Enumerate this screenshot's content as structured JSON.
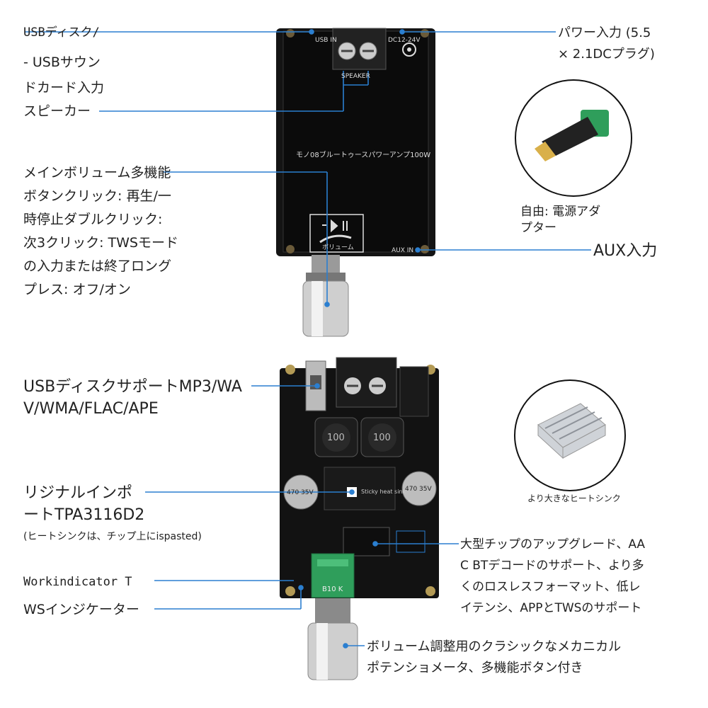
{
  "labels": {
    "usb_disk_input": [
      "USBディスク/",
      "- USBサウン",
      "ドカード入力"
    ],
    "speaker": "スピーカー",
    "main_volume": [
      "メインボリューム多機能",
      "ボタンクリック: 再生/一",
      "時停止ダブルクリック:",
      "次3クリック: TWSモード",
      "の入力または終了ロング",
      "プレス: オフ/オン"
    ],
    "power_input": [
      "パワー入力 (5.5",
      "× 2.1DCプラグ)"
    ],
    "power_adapter_free": [
      "自由: 電源アダ",
      "プター"
    ],
    "aux_input": "AUX入力",
    "usb_formats": [
      "USBディスクサポートMP3/WA",
      "V/WMA/FLAC/APE"
    ],
    "original_chip": [
      "リジナルインポ",
      "ートTPA3116D2"
    ],
    "heatsink_note": "(ヒートシンクは、チップ上にispasted)",
    "work_indicator": [
      "Workindicator T",
      "WSインジケーター"
    ],
    "bigger_heatsink": "より大きなヒートシンク",
    "large_chip": [
      "大型チップのアップグレード、AA",
      "C BTデコードのサポート、より多",
      "くのロスレスフォーマット、低レ",
      "イテンシ、APPとTWSのサポート"
    ],
    "volume_knob": [
      "ボリューム調整用のクラシックなメカニカル",
      "ポテンショメータ、多機能ボタン付き"
    ]
  },
  "board": {
    "title": "モノ08ブルートゥースパワーアンプ100W",
    "usb_in": "USB IN",
    "dc_label": "DC12-24V",
    "speaker_label": "SPEAKER",
    "volume_label": "ボリューム",
    "aux_in": "AUX IN",
    "inductor_value": "100",
    "cap_value": "470 35V",
    "heatsink_text": "Sticky heat sink",
    "b10k": "B10 K"
  },
  "colors": {
    "leader": "#2b7fd0",
    "board": "#111111",
    "green": "#2f9e5b"
  }
}
